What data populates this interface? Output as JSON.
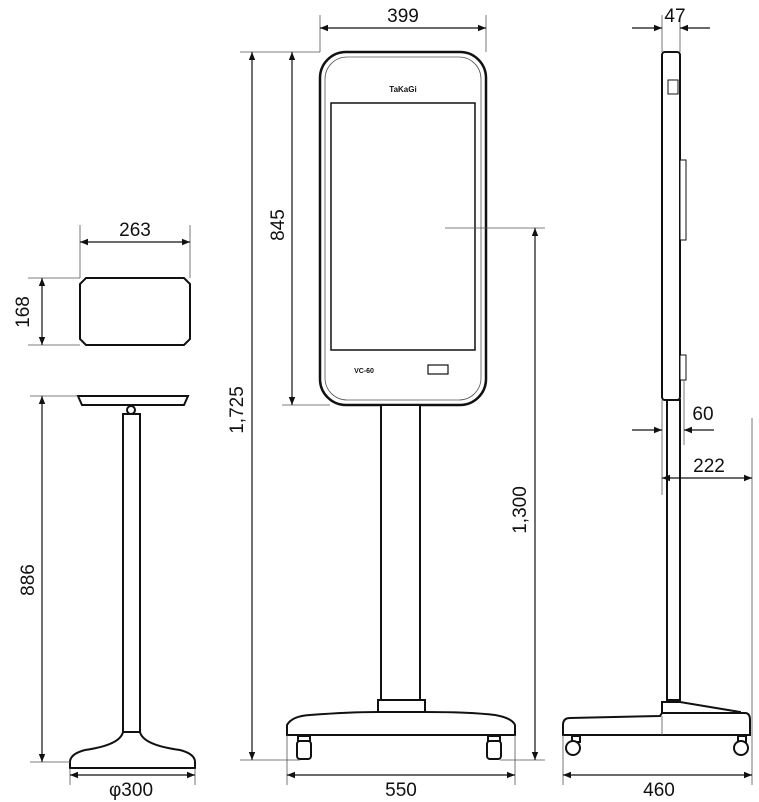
{
  "brand": "TaKaGi",
  "model": "VC-60",
  "dimensions": {
    "front_width": "399",
    "front_total_height": "1,725",
    "front_panel_height": "845",
    "front_center_height": "1,300",
    "front_base_width": "550",
    "side_depth": "47",
    "side_pole_depth": "60",
    "side_offset": "222",
    "side_base_depth": "460",
    "tray_width": "263",
    "tray_depth": "168",
    "stand_height": "886",
    "stand_base_diameter": "φ300"
  }
}
